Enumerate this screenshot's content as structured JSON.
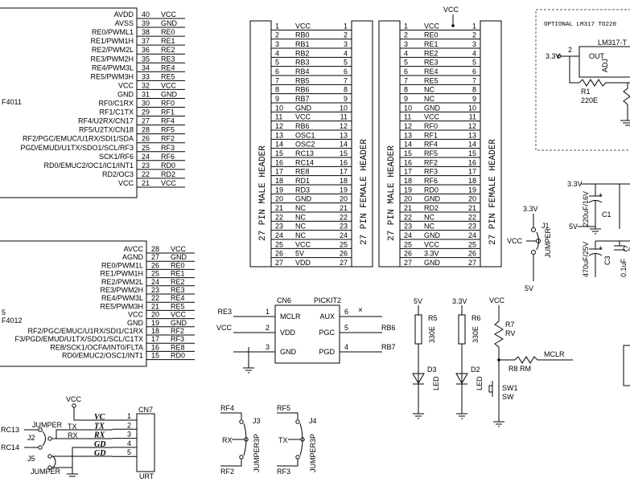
{
  "mcu1": {
    "part": "F4011",
    "pins": [
      {
        "num": "40",
        "name": "AVDD",
        "net": "VCC"
      },
      {
        "num": "39",
        "name": "AVSS",
        "net": "GND"
      },
      {
        "num": "38",
        "name": "RE0/PWML1",
        "net": "RE0"
      },
      {
        "num": "37",
        "name": "RE1/PWM1H",
        "net": "RE1"
      },
      {
        "num": "36",
        "name": "RE2/PWM2L",
        "net": "RE2"
      },
      {
        "num": "35",
        "name": "RE3/PWM2H",
        "net": "RE3"
      },
      {
        "num": "34",
        "name": "RE4/PWM3L",
        "net": "RE4"
      },
      {
        "num": "33",
        "name": "RE5/PWM3H",
        "net": "RE5"
      },
      {
        "num": "32",
        "name": "VCC",
        "net": "VCC"
      },
      {
        "num": "31",
        "name": "GND",
        "net": "GND"
      },
      {
        "num": "30",
        "name": "RF0/C1RX",
        "net": "RF0"
      },
      {
        "num": "29",
        "name": "RF1/C1TX",
        "net": "RF1"
      },
      {
        "num": "27",
        "name": "RF4/U2RX/CN17",
        "net": "RF4"
      },
      {
        "num": "28",
        "name": "RF5/U2TX/CN18",
        "net": "RF5"
      },
      {
        "num": "26",
        "name": "RF2/PGC/EMUC/U1RX/SDI1/SDA",
        "net": "RF2"
      },
      {
        "num": "25",
        "name": "PGD/EMUD/U1TX/SDO1/SCL/RF3",
        "net": "RF3"
      },
      {
        "num": "24",
        "name": "SCK1/RF6",
        "net": "RF6"
      },
      {
        "num": "23",
        "name": "RD0/EMUC2/OC1/IC1/INT1",
        "net": "RD0"
      },
      {
        "num": "22",
        "name": "RD2/OC3",
        "net": "RD2"
      },
      {
        "num": "21",
        "name": "VCC",
        "net": "VCC"
      }
    ]
  },
  "mcu2": {
    "part_line1": "5",
    "part_line2": "F4012",
    "pins": [
      {
        "num": "28",
        "name": "AVCC",
        "net": "VCC"
      },
      {
        "num": "27",
        "name": "AGND",
        "net": "GND"
      },
      {
        "num": "26",
        "name": "RE0/PWM1L",
        "net": "RE0"
      },
      {
        "num": "25",
        "name": "RE1/PWM1H",
        "net": "RE1"
      },
      {
        "num": "24",
        "name": "RE2/PWM2L",
        "net": "RE2"
      },
      {
        "num": "23",
        "name": "RE3/PWM2H",
        "net": "RE3"
      },
      {
        "num": "22",
        "name": "RE4/PWM3L",
        "net": "RE4"
      },
      {
        "num": "21",
        "name": "RE5/PWM3H",
        "net": "RE5"
      },
      {
        "num": "20",
        "name": "VCC",
        "net": "VCC"
      },
      {
        "num": "19",
        "name": "GND",
        "net": "GND"
      },
      {
        "num": "18",
        "name": "RF2/PGC/EMUC/U1RX/SDI1/C1RX",
        "net": "RF2"
      },
      {
        "num": "17",
        "name": "F3/PGD/EMUD/U1TX/SDO1/SCL/C1TX",
        "net": "RF3"
      },
      {
        "num": "16",
        "name": "RE8/SCK1/OCFA/INT0/FLTA",
        "net": "RE8"
      },
      {
        "num": "15",
        "name": "RD0/EMUC2/OSC1/INT1",
        "net": "RD0"
      }
    ]
  },
  "header1": {
    "title": "27 PIN MALE HEADER",
    "title_right": "27 PIN FEMALE HEADER",
    "rows": [
      "VCC",
      "RB0",
      "RB1",
      "RB2",
      "RB3",
      "RB4",
      "RB5",
      "RB6",
      "RB7",
      "GND",
      "VCC",
      "RB6",
      "OSC1",
      "OSC2",
      "RC13",
      "RC14",
      "RE8",
      "RD1",
      "RD3",
      "GND",
      "NC",
      "NC",
      "NC",
      "NC",
      "VCC",
      "5V",
      "VDD"
    ]
  },
  "header2": {
    "title": "27 PIN MALE HEADER",
    "title_right": "27 PIN FEMALE HEADER",
    "vcc_label": "VCC",
    "rows": [
      "VCC",
      "RE0",
      "RE1",
      "RE2",
      "RE3",
      "RE4",
      "RE5",
      "NC",
      "NC",
      "GND",
      "VCC",
      "RF0",
      "RF1",
      "RF4",
      "RF5",
      "RF2",
      "RF3",
      "RF6",
      "RD0",
      "GND",
      "RD2",
      "NC",
      "NC",
      "GND",
      "VCC",
      "3.3V",
      "GND"
    ]
  },
  "regulator": {
    "title": "OPTIONAL LM317 TO220",
    "part": "LM317-T",
    "out": "OUT",
    "adj": "ADJ",
    "pin": "2",
    "net_left": "3.3V",
    "r1_name": "R1",
    "r1_value": "220E"
  },
  "caps": {
    "c1_net": "3.3V",
    "c1_value": "220uF/16V",
    "c1_name": "C1",
    "c3_net": "5V",
    "c3_value": "470uF/25V",
    "c3_name": "C3",
    "c4_name": "C4",
    "c4_value": "0.1uF",
    "plus": "+"
  },
  "j1": {
    "top": "3.3V",
    "name": "J1",
    "type": "JUMPER",
    "left": "VCC",
    "bottom": "5V"
  },
  "cn6": {
    "name": "CN6",
    "type": "PICKIT2",
    "pins": [
      {
        "num": "1",
        "name": "MCLR",
        "net": "RE3"
      },
      {
        "num": "2",
        "name": "VDD",
        "net": "VCC"
      },
      {
        "num": "3",
        "name": "GND",
        "net": ""
      },
      {
        "num": "4",
        "name": "PGD",
        "net": "RB7"
      },
      {
        "num": "5",
        "name": "PGC",
        "net": "RB6"
      },
      {
        "num": "6",
        "name": "AUX",
        "net": ""
      }
    ]
  },
  "leds": {
    "d3_supply": "5V",
    "r5_name": "R5",
    "r5_value": "330E",
    "d3_name": "D3",
    "d3_type": "LED",
    "d2_supply": "3.3V",
    "r6_name": "R6",
    "r6_value": "330E",
    "d2_name": "D2",
    "d2_type": "LED"
  },
  "reset": {
    "supply": "VCC",
    "r7_name": "R7",
    "r7_type": "RV",
    "r8_label": "R8 RM",
    "net": "MCLR",
    "sw_name": "SW1",
    "sw_type": "SW"
  },
  "cn7": {
    "name": "CN7",
    "type": "URT",
    "vcc": "VCC",
    "left_nets": [
      "RC13",
      "RC14"
    ],
    "j2_name": "J2",
    "j5_name": "J5",
    "j_type": "JUMPER",
    "tx": "TX",
    "rx": "RX",
    "pins": [
      {
        "num": "1",
        "label": "VC"
      },
      {
        "num": "2",
        "label": "TX"
      },
      {
        "num": "3",
        "label": "RX"
      },
      {
        "num": "4",
        "label": "GD"
      },
      {
        "num": "5",
        "label": "GD"
      }
    ]
  },
  "j3": {
    "name": "J3",
    "type": "JUMPER3P",
    "top": "RF4",
    "mid": "RX",
    "bottom": "RF2"
  },
  "j4": {
    "name": "J4",
    "type": "JUMPER3P",
    "top": "RF5",
    "mid": "TX",
    "bottom": "RF3"
  }
}
